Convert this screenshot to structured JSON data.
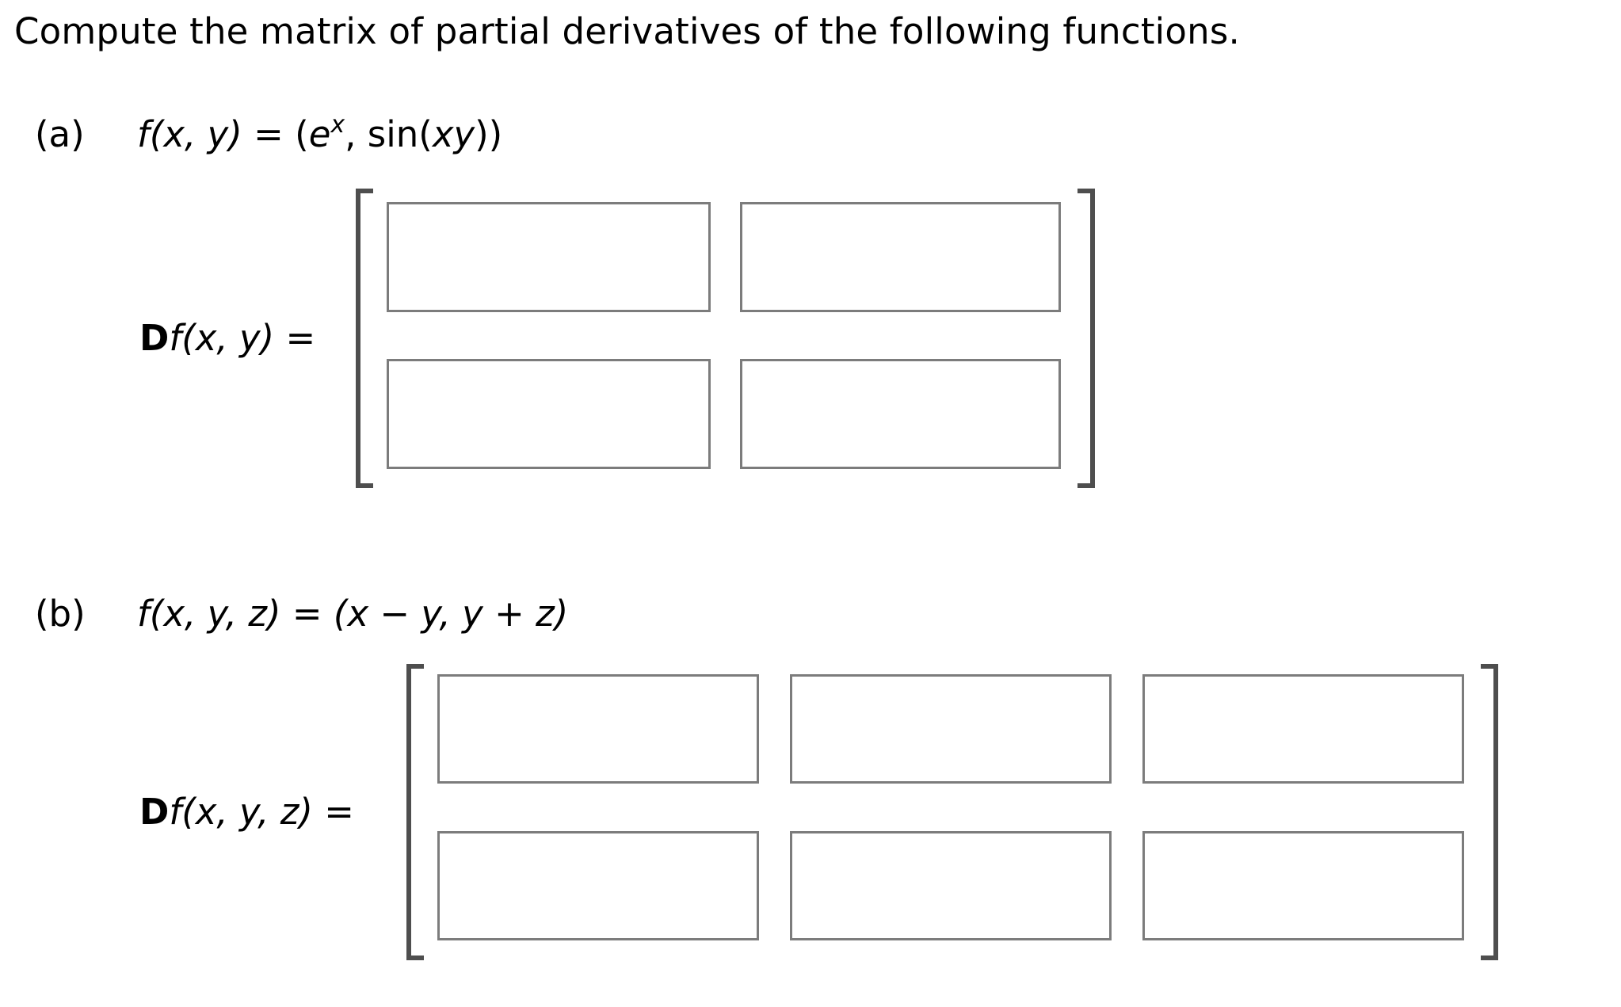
{
  "heading": "Compute the matrix of partial derivatives of the following functions.",
  "parts": [
    {
      "letter": "(a)",
      "function": {
        "lhs_f": "f",
        "lhs_args": "(x, y)",
        "equals": " = ",
        "rhs_open": "(",
        "rhs_base": "e",
        "rhs_sup": "x",
        "rhs_rest_plain": ", sin(",
        "rhs_rest_italic": "xy",
        "rhs_close": "))"
      },
      "matrix_label": {
        "bold": "D",
        "f": "f",
        "args": "(x, y)",
        "equals": " ="
      },
      "matrix": {
        "rows": 2,
        "cols": 2,
        "cells": [
          [
            "",
            ""
          ],
          [
            "",
            ""
          ]
        ]
      }
    },
    {
      "letter": "(b)",
      "function": {
        "lhs_f": "f",
        "lhs_args": "(x, y, z)",
        "equals": " = ",
        "rhs": "(x − y, y + z)"
      },
      "matrix_label": {
        "bold": "D",
        "f": "f",
        "args": "(x, y, z)",
        "equals": " ="
      },
      "matrix": {
        "rows": 2,
        "cols": 3,
        "cells": [
          [
            "",
            "",
            ""
          ],
          [
            "",
            "",
            ""
          ]
        ]
      }
    }
  ],
  "colors": {
    "box_border": "#7c7c7c",
    "bracket": "#4e4e4e",
    "text": "#000000"
  }
}
